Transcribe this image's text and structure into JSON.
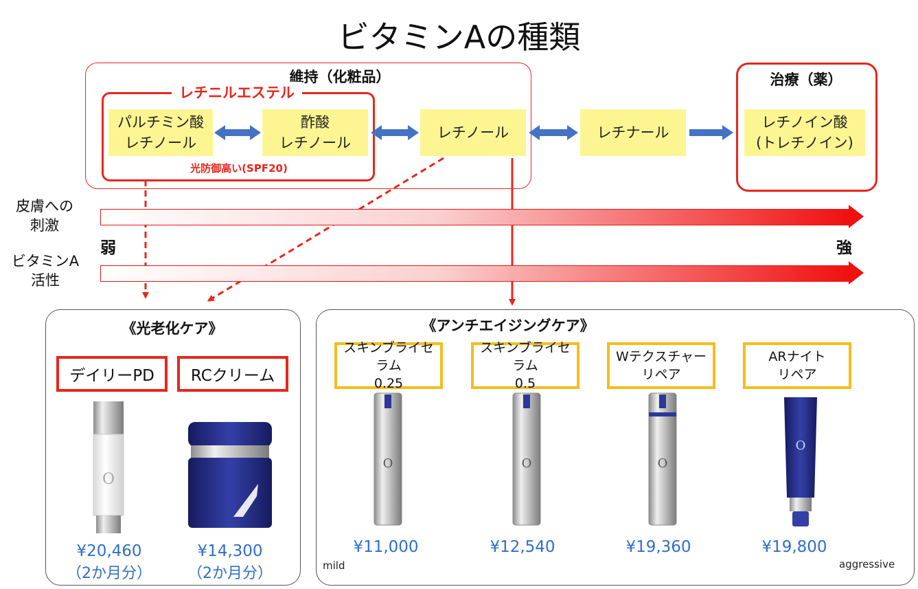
{
  "title": "ビタミンAの種類",
  "groups": {
    "maintenance": "維持（化粧品）",
    "treatment": "治療（薬）",
    "retinyl_esters": "レチニルエステル",
    "spf_note": "光防御高い(SPF20)"
  },
  "nodes": {
    "palmitate": "パルチミン酸\nレチノール",
    "acetate": "酢酸\nレチノール",
    "retinol": "レチノール",
    "retinal": "レチナール",
    "retinoic": "レチノイン酸\n(トレチノイン)"
  },
  "scale": {
    "irritation": "皮膚への\n刺激",
    "activity": "ビタミンA\n活性",
    "weak": "弱",
    "strong": "強"
  },
  "photo_panel": {
    "title": "《光老化ケア》",
    "products": [
      {
        "name": "デイリーPD",
        "price": "¥20,460",
        "note": "（2か月分）"
      },
      {
        "name": "RCクリーム",
        "price": "¥14,300",
        "note": "（2か月分）"
      }
    ]
  },
  "aging_panel": {
    "title": "《アンチエイジングケア》",
    "products": [
      {
        "name": "スキンブライセラム\n0.25",
        "price": "¥11,000"
      },
      {
        "name": "スキンブライセラム\n0.5",
        "price": "¥12,540"
      },
      {
        "name": "Wテクスチャー\nリペア",
        "price": "¥19,360"
      },
      {
        "name": "ARナイト\nリペア",
        "price": "¥19,800"
      }
    ],
    "mild": "mild",
    "aggressive": "aggressive"
  },
  "colors": {
    "red": "#e8261c",
    "blue_arrow": "#4472c4",
    "yellow": "#fdf591",
    "orange": "#f7bc1c",
    "price_blue": "#2f6fc9"
  }
}
